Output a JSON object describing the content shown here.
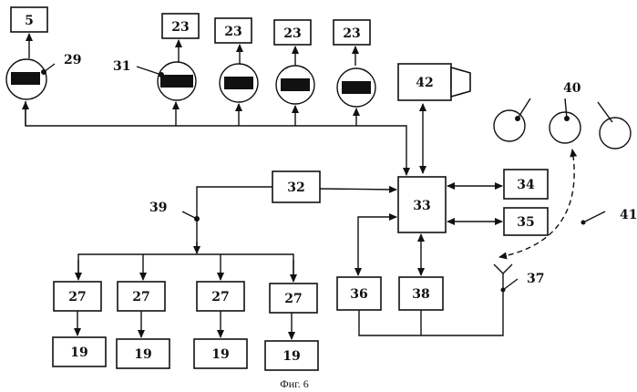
{
  "figure": {
    "caption": "Фиг. 6"
  },
  "blocks": {
    "b5": "5",
    "b23a": "23",
    "b23b": "23",
    "b23c": "23",
    "b23d": "23",
    "b32": "32",
    "b33": "33",
    "b34": "34",
    "b35": "35",
    "b36": "36",
    "b38": "38",
    "b42": "42",
    "b27a": "27",
    "b27b": "27",
    "b27c": "27",
    "b27d": "27",
    "b19a": "19",
    "b19b": "19",
    "b19c": "19",
    "b19d": "19"
  },
  "labels": {
    "l29": "29",
    "l31": "31",
    "l39": "39",
    "l40": "40",
    "l41": "41",
    "l37": "37"
  }
}
